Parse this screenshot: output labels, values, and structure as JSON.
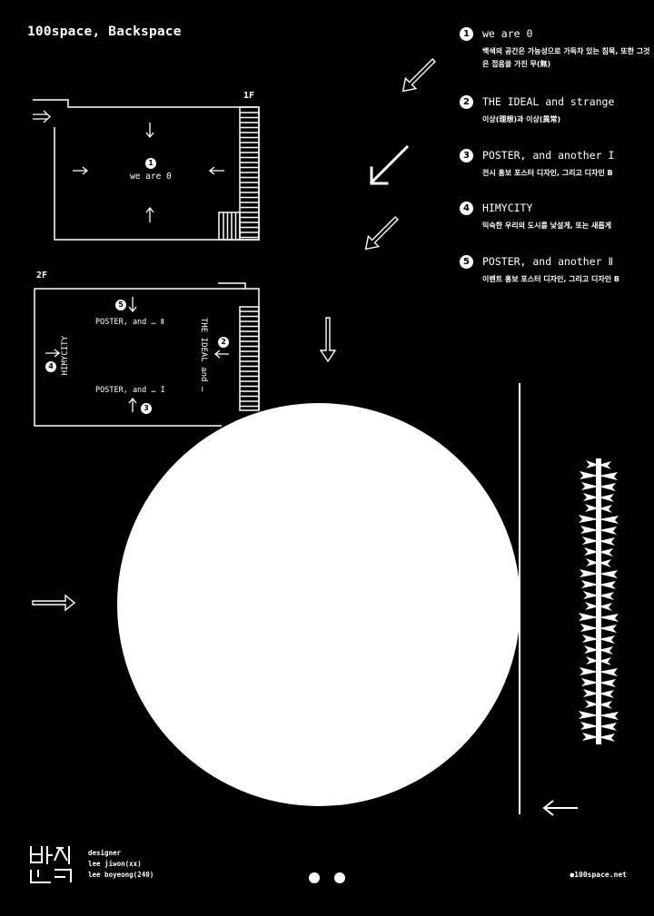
{
  "poster": {
    "title": "100space, Backspace",
    "url": "●100space.net"
  },
  "program": [
    {
      "num": "1",
      "title": "we are 0",
      "desc": "백색의 공간은 가능성으로 가득차 있는 침묵, 또한 그것은 접음을 가진 무(無)"
    },
    {
      "num": "2",
      "title": "THE IDEAL and strange",
      "desc": "이상(理想)과 이상(異常)"
    },
    {
      "num": "3",
      "title": "POSTER, and another I",
      "desc": "전시 홍보 포스터 디자인, 그리고 디자인 B"
    },
    {
      "num": "4",
      "title": "HIMYCITY",
      "desc": "익숙한 우리의 도시를 낯설게, 또는 새롭게"
    },
    {
      "num": "5",
      "title": "POSTER, and another Ⅱ",
      "desc": "이벤트 홍보 포스터 디자인, 그리고 디자인 B"
    }
  ],
  "map": {
    "floor1": {
      "label": "1F",
      "room_num": "1",
      "room_label": "we are 0"
    },
    "floor2": {
      "label": "2F",
      "n5": "5",
      "n2": "2",
      "n4": "4",
      "n3": "3",
      "poster2": "POSTER, and … Ⅱ",
      "poster1": "POSTER, and … I",
      "ideal": "THE IDEAL and …",
      "himycity": "HIMYCITY"
    }
  },
  "credits": {
    "role": "designer",
    "names": [
      "lee jiwon(xx)",
      "lee boyeong(240)"
    ]
  },
  "colors": {
    "background": "#000000",
    "foreground": "#ffffff"
  }
}
